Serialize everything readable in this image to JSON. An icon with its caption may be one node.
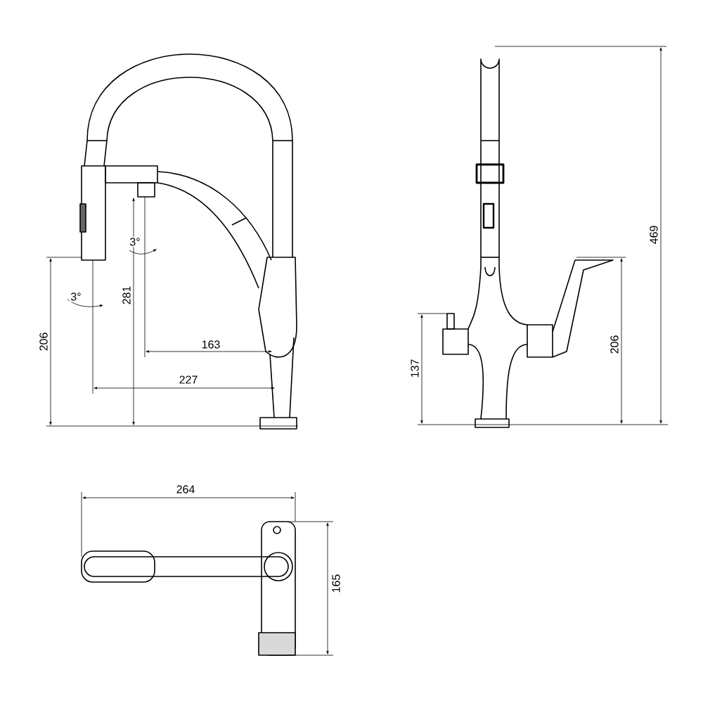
{
  "diagram": {
    "labels": [
      "3°",
      "3°",
      "281",
      "206",
      "163",
      "227",
      "137",
      "206",
      "469",
      "264",
      "165"
    ]
  }
}
